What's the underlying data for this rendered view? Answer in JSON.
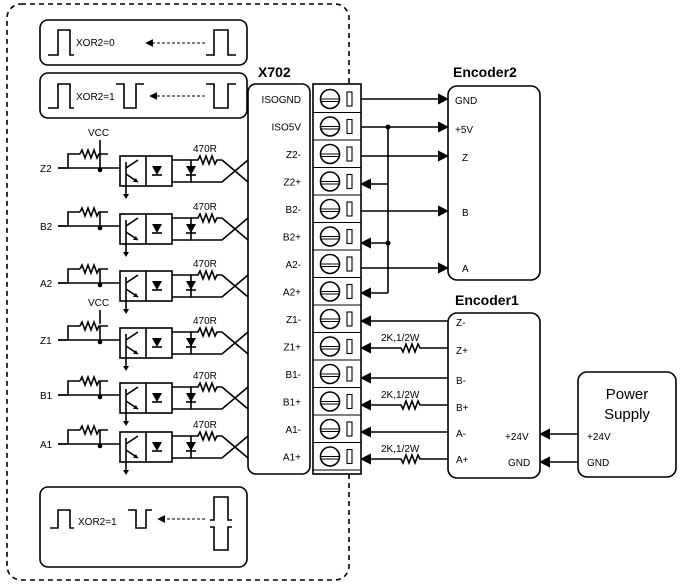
{
  "driver": {
    "title": "X702",
    "terminals": [
      "ISOGND",
      "ISO5V",
      "Z2-",
      "Z2+",
      "B2-",
      "B2+",
      "A2-",
      "A2+",
      "Z1-",
      "Z1+",
      "B1-",
      "B1+",
      "A1-",
      "A1+"
    ],
    "inputs": [
      "Z2",
      "B2",
      "A2",
      "Z1",
      "B1",
      "A1"
    ],
    "resistor_label": "470R",
    "vcc_label": "VCC",
    "xor_top": "XOR2=0",
    "xor_mid": "XOR2=1",
    "xor_bottom": "XOR2=1"
  },
  "encoder2": {
    "title": "Encoder2",
    "pins": [
      "GND",
      "+5V",
      "Z",
      "B",
      "A"
    ]
  },
  "encoder1": {
    "title": "Encoder1",
    "pins": [
      "Z-",
      "Z+",
      "B-",
      "B+",
      "A-",
      "A+",
      "+24V",
      "GND"
    ],
    "resistor_label": "2K,1/2W"
  },
  "power_supply": {
    "line1": "Power",
    "line2": "Supply",
    "pins": [
      "+24V",
      "GND"
    ]
  }
}
